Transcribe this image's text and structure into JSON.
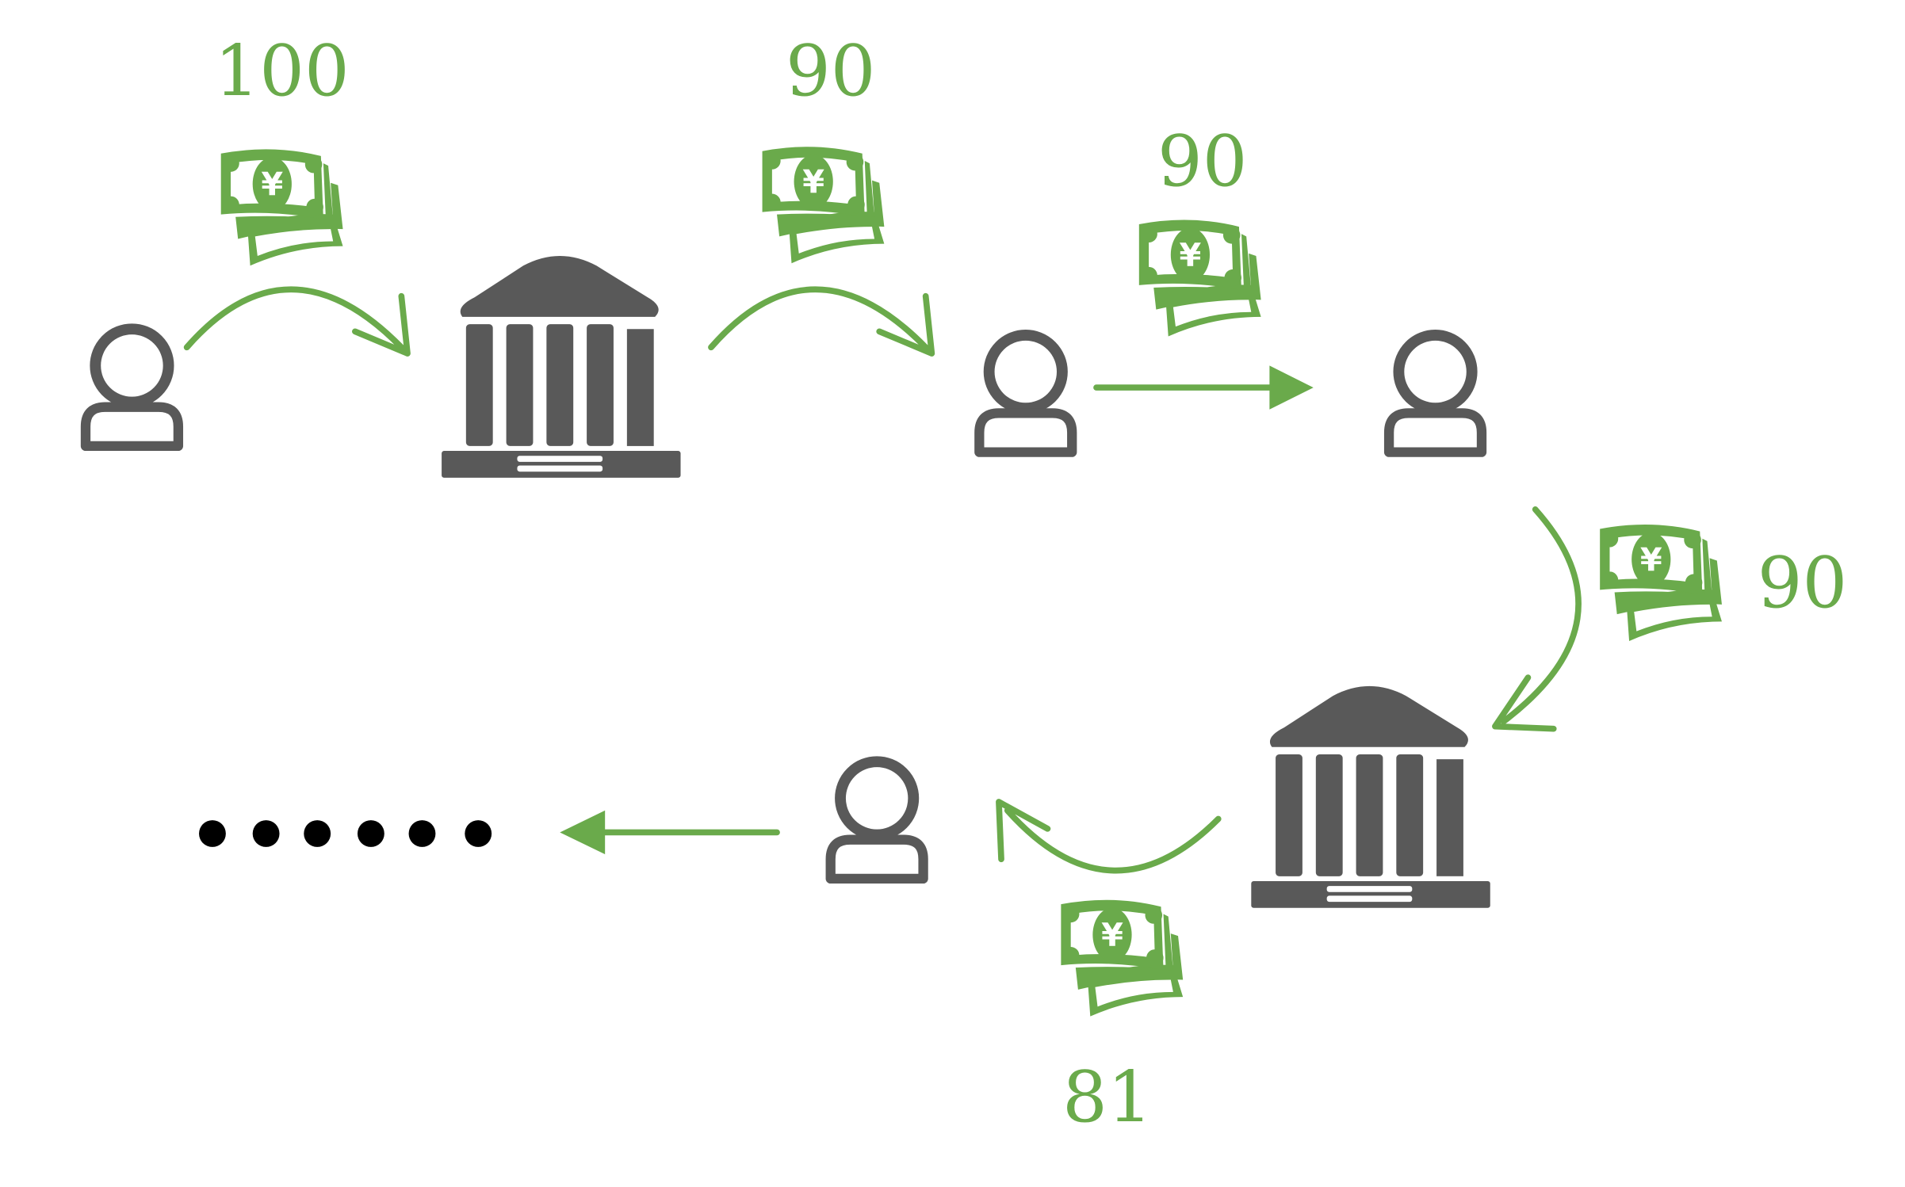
{
  "colors": {
    "flow": "#6aaa4b",
    "entity": "#595959",
    "dots": "#000000"
  },
  "icons": {
    "person": "person-icon",
    "bank": "bank-icon",
    "money": "yen-banknotes-icon"
  },
  "money_symbol": "¥",
  "amounts": [
    "100",
    "90",
    "90",
    "90",
    "81"
  ],
  "ellipsis": "......"
}
